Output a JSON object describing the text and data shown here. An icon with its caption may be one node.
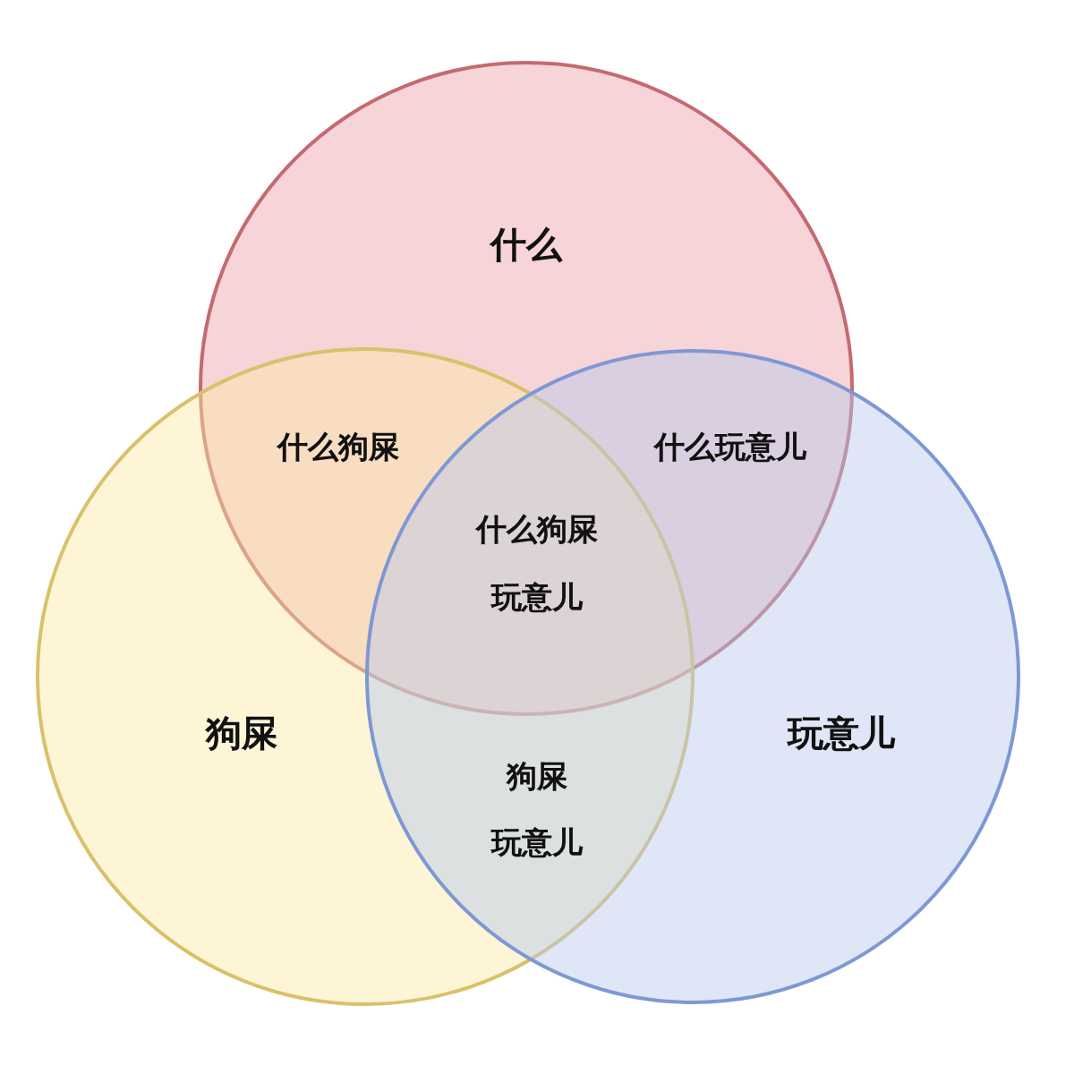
{
  "diagram": {
    "nodes": [
      {
        "text": [
          "什么"
        ]
      },
      {
        "text": [
          "狗屎"
        ]
      },
      {
        "text": [
          "玩意儿"
        ]
      }
    ],
    "labels": [
      "什么狗屎",
      "什么玩意儿",
      "什么狗屎",
      "玩意儿",
      "狗屎",
      "玩意儿"
    ]
  }
}
